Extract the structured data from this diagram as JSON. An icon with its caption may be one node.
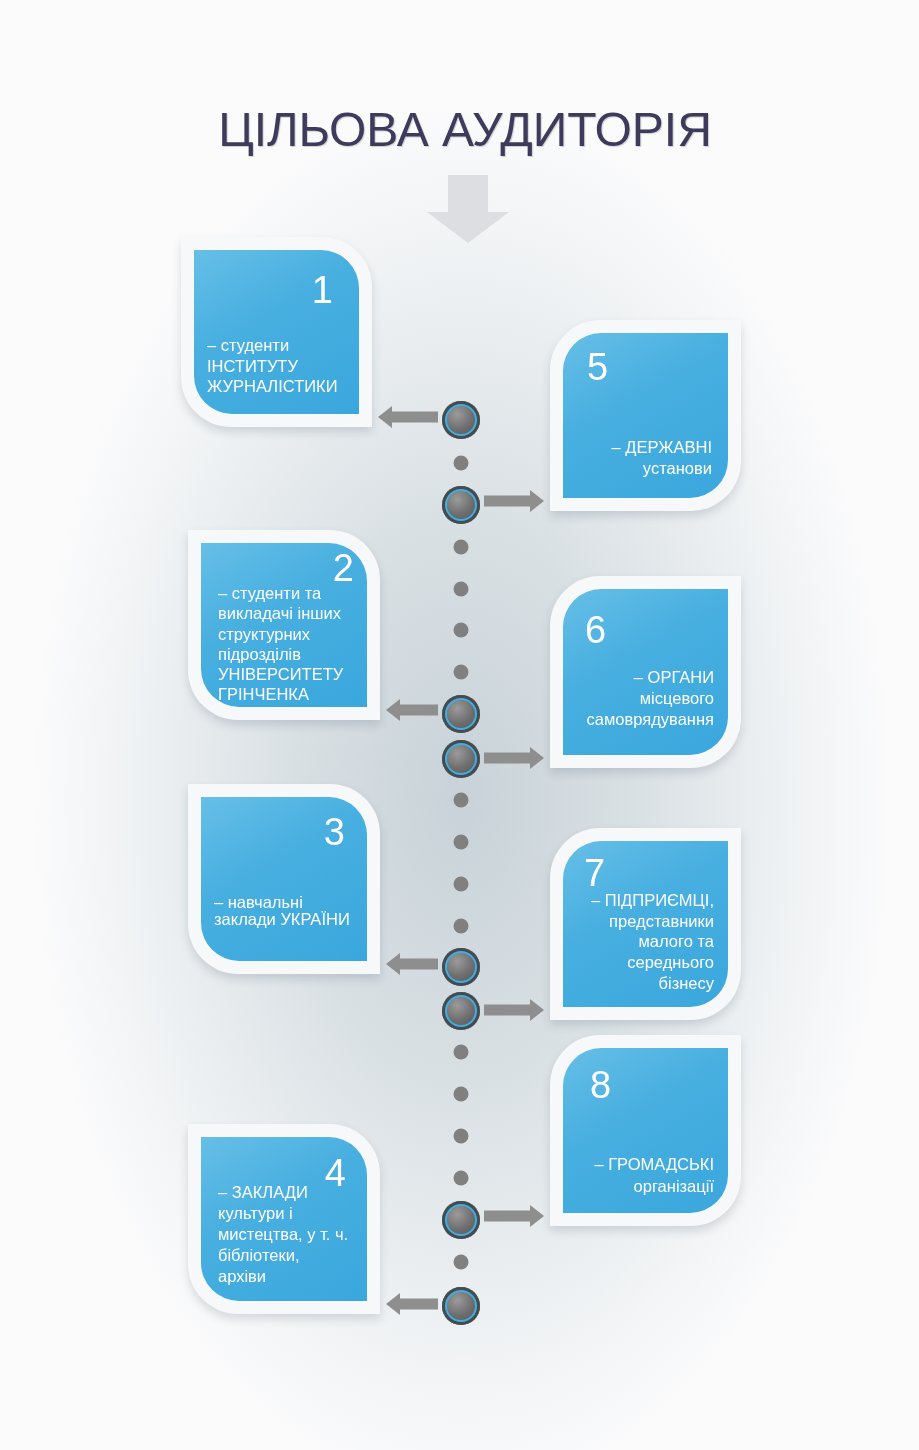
{
  "diagram": {
    "title": "ЦІЛЬОВА АУДИТОРІЯ",
    "nodes": [
      {
        "text": [
          "1",
          "– студенти ІНСТИТУТУ ЖУРНАЛІСТИКИ"
        ]
      },
      {
        "text": [
          "2",
          "– студенти та викладачі інших структурних підрозділів УНІВЕРСИТЕТУ ГРІНЧЕНКА"
        ]
      },
      {
        "text": [
          "3",
          "– навчальні заклади УКРАЇНИ"
        ]
      },
      {
        "text": [
          "4",
          "– ЗАКЛАДИ культури і мистецтва, у т. ч. бібліотеки, архіви"
        ]
      },
      {
        "text": [
          "5",
          "– ДЕРЖАВНІ установи"
        ]
      },
      {
        "text": [
          "6",
          "– ОРГАНИ місцевого самоврядування"
        ]
      },
      {
        "text": [
          "7",
          "– ПІДПРИЄМЦІ, представники малого та середнього бізнесу"
        ]
      },
      {
        "text": [
          "8",
          "– ГРОМАДСЬКІ організації"
        ]
      },
      {
        "text": [],
        "shape": "circle"
      },
      {
        "text": [],
        "shape": "circle"
      },
      {
        "text": [],
        "shape": "circle"
      },
      {
        "text": [],
        "shape": "circle"
      },
      {
        "text": [],
        "shape": "circle"
      },
      {
        "text": [],
        "shape": "circle"
      },
      {
        "text": [],
        "shape": "circle"
      },
      {
        "text": [],
        "shape": "circle"
      }
    ],
    "edges": [
      {
        "from": 8,
        "to": 0,
        "arrow": "to"
      },
      {
        "from": 9,
        "to": 4,
        "arrow": "to"
      },
      {
        "from": 10,
        "to": 1,
        "arrow": "to"
      },
      {
        "from": 11,
        "to": 5,
        "arrow": "to"
      },
      {
        "from": 12,
        "to": 2,
        "arrow": "to"
      },
      {
        "from": 13,
        "to": 6,
        "arrow": "to"
      },
      {
        "from": 14,
        "to": 7,
        "arrow": "to"
      },
      {
        "from": 15,
        "to": 3,
        "arrow": "to"
      }
    ]
  }
}
